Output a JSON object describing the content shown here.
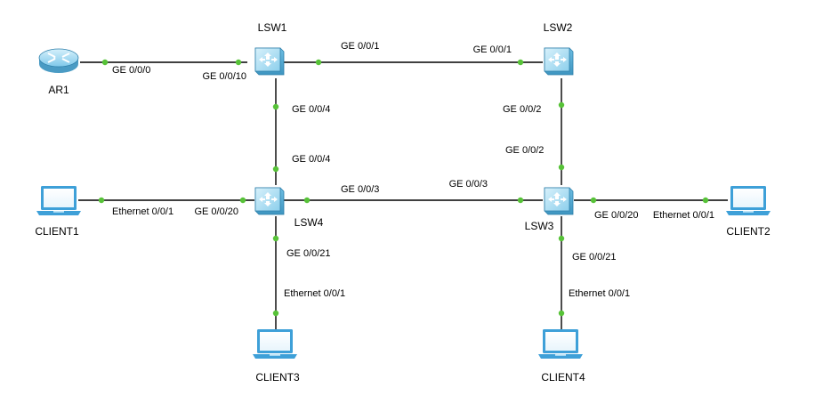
{
  "devices": [
    {
      "id": "ar1",
      "name": "AR1",
      "type": "router-icon"
    },
    {
      "id": "lsw1",
      "name": "LSW1",
      "type": "switch-icon"
    },
    {
      "id": "lsw2",
      "name": "LSW2",
      "type": "switch-icon"
    },
    {
      "id": "lsw3",
      "name": "LSW3",
      "type": "switch-icon"
    },
    {
      "id": "lsw4",
      "name": "LSW4",
      "type": "switch-icon"
    },
    {
      "id": "client1",
      "name": "CLIENT1",
      "type": "laptop-icon"
    },
    {
      "id": "client2",
      "name": "CLIENT2",
      "type": "laptop-icon"
    },
    {
      "id": "client3",
      "name": "CLIENT3",
      "type": "laptop-icon"
    },
    {
      "id": "client4",
      "name": "CLIENT4",
      "type": "laptop-icon"
    }
  ],
  "links": [
    {
      "id": "ar1-lsw1",
      "from": "ar1",
      "to": "lsw1",
      "from_port": "GE 0/0/0",
      "to_port": "GE 0/0/10"
    },
    {
      "id": "lsw1-lsw2",
      "from": "lsw1",
      "to": "lsw2",
      "from_port": "GE 0/0/1",
      "to_port": "GE 0/0/1"
    },
    {
      "id": "lsw1-lsw4",
      "from": "lsw1",
      "to": "lsw4",
      "from_port": "GE 0/0/4",
      "to_port": "GE 0/0/4"
    },
    {
      "id": "lsw2-lsw3",
      "from": "lsw2",
      "to": "lsw3",
      "from_port": "GE 0/0/2",
      "to_port": "GE 0/0/2"
    },
    {
      "id": "lsw4-lsw3",
      "from": "lsw4",
      "to": "lsw3",
      "from_port": "GE 0/0/3",
      "to_port": "GE 0/0/3"
    },
    {
      "id": "client1-lsw4",
      "from": "client1",
      "to": "lsw4",
      "from_port": "Ethernet 0/0/1",
      "to_port": "GE 0/0/20"
    },
    {
      "id": "lsw3-client2",
      "from": "lsw3",
      "to": "client2",
      "from_port": "GE 0/0/20",
      "to_port": "Ethernet 0/0/1"
    },
    {
      "id": "lsw4-client3",
      "from": "lsw4",
      "to": "client3",
      "from_port": "GE 0/0/21",
      "to_port": "Ethernet 0/0/1"
    },
    {
      "id": "lsw3-client4",
      "from": "lsw3",
      "to": "client4",
      "from_port": "GE 0/0/21",
      "to_port": "Ethernet 0/0/1"
    }
  ],
  "colors": {
    "port_dot": "#57c238",
    "device_body": "#9fd8f0",
    "device_edge": "#4a9bc4",
    "laptop_screen": "#ffffff",
    "laptop_frame": "#3ea0d8"
  }
}
